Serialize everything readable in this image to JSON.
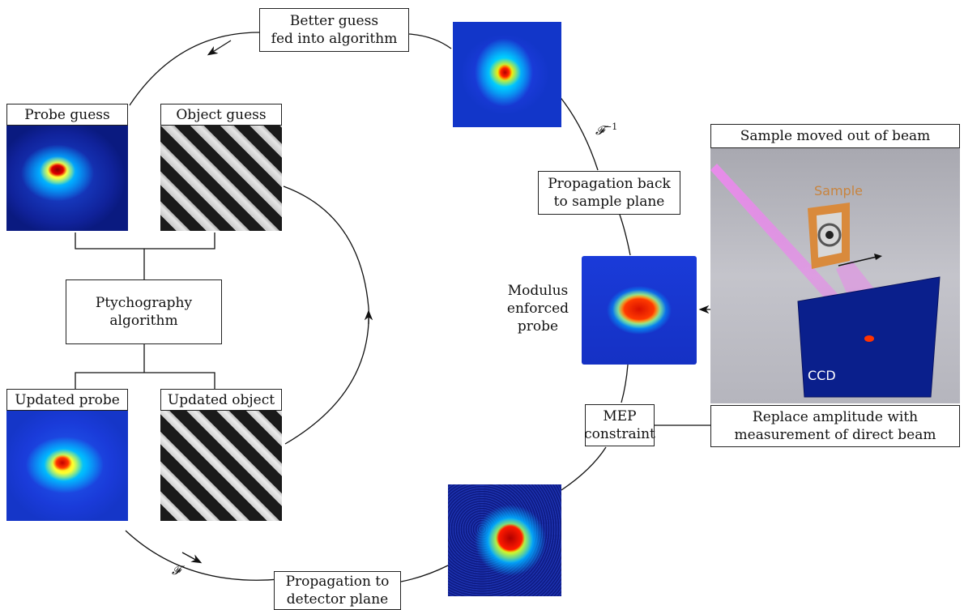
{
  "boxes": {
    "better_guess": "Better guess\nfed into algorithm",
    "probe_guess": "Probe guess",
    "object_guess": "Object guess",
    "ptychography": "Ptychography\nalgorithm",
    "updated_probe": "Updated probe",
    "updated_object": "Updated object",
    "prop_detector": "Propagation to\ndetector plane",
    "mep": "MEP\nconstraint",
    "prop_back": "Propagation back\nto sample plane",
    "sample_moved": "Sample moved out of beam",
    "replace_amplitude": "Replace amplitude with\nmeasurement of direct beam"
  },
  "free_text": {
    "modulus": "Modulus\nenforced\nprobe"
  },
  "math": {
    "f": "𝓕",
    "f_inv_base": "𝓕",
    "f_inv_exp": "−1"
  },
  "scene": {
    "sample_label": "Sample",
    "ccd_label": "CCD"
  },
  "colors": {
    "line": "#111111",
    "sample_frame": "#d98a3c",
    "beam": "#e070ff",
    "scene_bg": "#bdbdc4",
    "detector": "#0a1f8c"
  }
}
